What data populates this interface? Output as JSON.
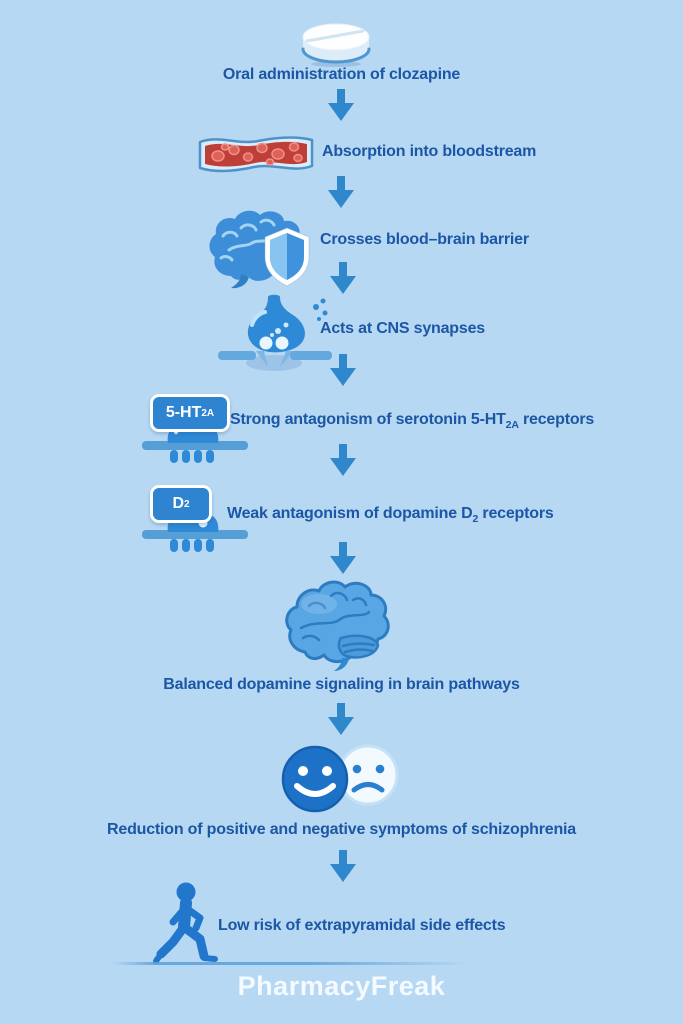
{
  "page": {
    "background_color": "#b7d8f3",
    "text_color": "#1b57a5",
    "arrow_color": "#2f87cc",
    "footer_brand": "PharmacyFreak"
  },
  "steps": [
    {
      "id": "oral-administration",
      "icon": "pill-icon",
      "label": "Oral administration of clozapine"
    },
    {
      "id": "absorption",
      "icon": "blood-vessel-icon",
      "label": "Absorption into bloodstream"
    },
    {
      "id": "blood-brain-barrier",
      "icon": "brain-shield-icon",
      "label": "Crosses blood–brain barrier"
    },
    {
      "id": "cns-synapses",
      "icon": "synapse-icon",
      "label": "Acts at CNS synapses"
    },
    {
      "id": "serotonin-antagonism",
      "icon": "serotonin-receptor-icon",
      "label_pre": "Strong antagonism of serotonin 5-HT",
      "label_sub": "2A",
      "label_post": " receptors",
      "badge_text": "5-HT",
      "badge_sub": "2A"
    },
    {
      "id": "dopamine-antagonism",
      "icon": "dopamine-receptor-icon",
      "label_pre": "Weak antagonism of dopamine D",
      "label_sub": "2",
      "label_post": " receptors",
      "badge_text": "D",
      "badge_sub": "2"
    },
    {
      "id": "balanced-signaling",
      "icon": "brain-icon",
      "label": "Balanced dopamine signaling in brain pathways"
    },
    {
      "id": "symptom-reduction",
      "icon": "happy-sad-faces-icon",
      "label": "Reduction of positive and negative symptoms of schizophrenia"
    },
    {
      "id": "low-eps-risk",
      "icon": "walking-person-icon",
      "label": "Low risk of extrapyramidal side effects"
    }
  ]
}
